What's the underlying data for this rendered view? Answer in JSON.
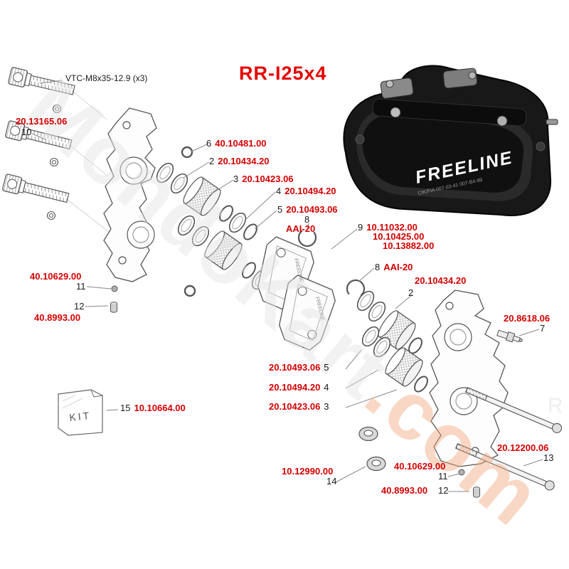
{
  "title": "RR-I25x4",
  "colors": {
    "part_number_red": "#d40000",
    "title_red": "#e60000"
  },
  "watermark": {
    "gray_part": "MondoKart",
    "orange_part": ".com",
    "side_letter": "R"
  },
  "photo": {
    "brand": "FREELINE",
    "cert_line": "CIK/FIA 007-03-41 007-B4-99"
  },
  "kit": {
    "label": "KIT"
  },
  "parts": {
    "vtc_spec": "VTC-M8x35-12.9 (x3)",
    "p20_13165_06": "20.13165.06",
    "p40_10481_00": "40.10481.00",
    "p20_10434_20": "20.10434.20",
    "p20_10423_06": "20.10423.06",
    "p20_10494_20": "20.10494.20",
    "p20_10493_06": "20.10493.06",
    "p_aai_20": "AAI-20",
    "p10_11032_00": "10.11032.00",
    "p10_10425_00": "10.10425.00",
    "p10_13882_00": "10.13882.00",
    "p40_10629_00": "40.10629.00",
    "p40_8993_00": "40.8993.00",
    "p20_8618_06": "20.8618.06",
    "p10_10664_00": "10.10664.00",
    "p10_12990_00": "10.12990.00",
    "p20_12200_06": "20.12200.06"
  },
  "nums": {
    "n2": "2",
    "n3": "3",
    "n4": "4",
    "n5": "5",
    "n6": "6",
    "n7": "7",
    "n8": "8",
    "n9": "9",
    "n10": "10",
    "n11": "11",
    "n12": "12",
    "n13": "13",
    "n14": "14",
    "n15": "15"
  }
}
